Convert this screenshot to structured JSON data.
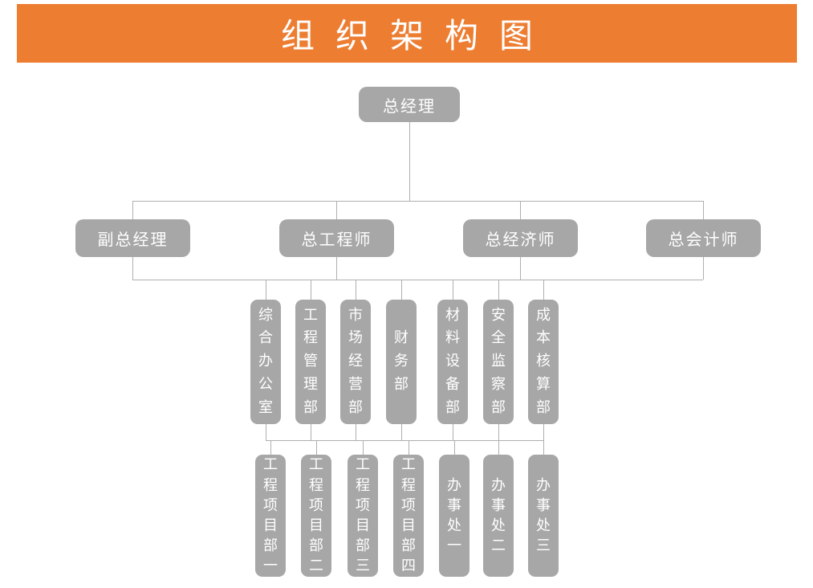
{
  "title": "组织架构图",
  "colors": {
    "banner_background": "#ED7D31",
    "node_background": "#A7A7A7",
    "connector_line": "#AFAFAF",
    "node_text": "#FFFFFF",
    "title_text": "#FFFFFF"
  },
  "org": {
    "root": {
      "label": "总经理"
    },
    "level2": [
      {
        "label": "副总经理"
      },
      {
        "label": "总工程师"
      },
      {
        "label": "总经济师"
      },
      {
        "label": "总会计师"
      }
    ],
    "level3": [
      {
        "label": "综合办公室"
      },
      {
        "label": "工程管理部"
      },
      {
        "label": "市场经营部"
      },
      {
        "label": "财务部"
      },
      {
        "label": "材料设备部"
      },
      {
        "label": "安全监察部"
      },
      {
        "label": "成本核算部"
      }
    ],
    "level4": [
      {
        "label": "工程项目部一"
      },
      {
        "label": "工程项目部二"
      },
      {
        "label": "工程项目部三"
      },
      {
        "label": "工程项目部四"
      },
      {
        "label": "办事处一"
      },
      {
        "label": "办事处二"
      },
      {
        "label": "办事处三"
      }
    ]
  }
}
